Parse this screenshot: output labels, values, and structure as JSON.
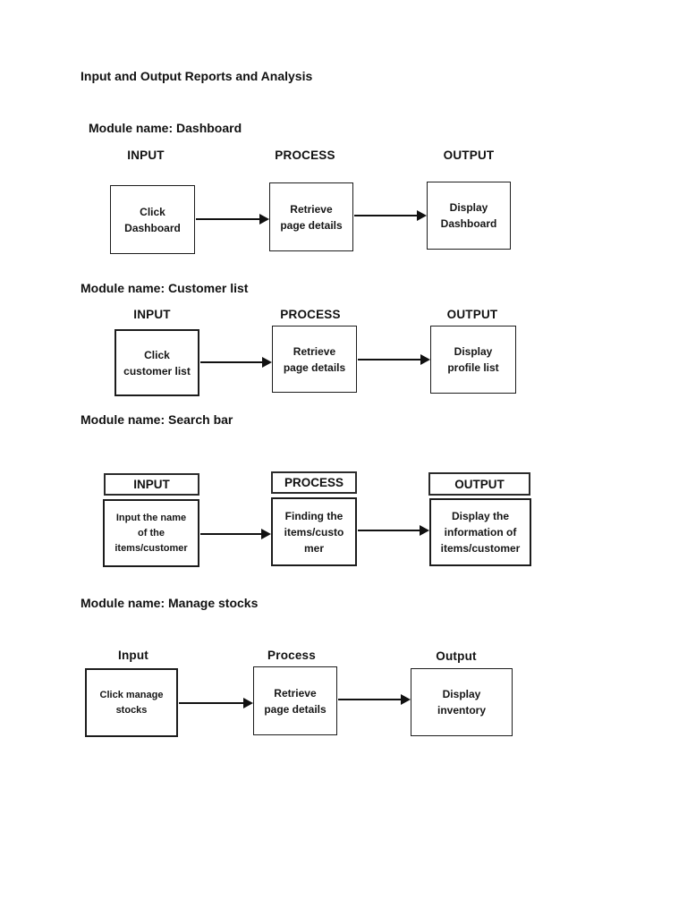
{
  "page": {
    "title": "Input and Output Reports and Analysis"
  },
  "colors": {
    "background": "#ffffff",
    "text": "#111111",
    "box_border": "#1c1c1c",
    "arrow": "#111111"
  },
  "sections": [
    {
      "module_label": "Module name: Dashboard",
      "headers": {
        "input": "INPUT",
        "process": "PROCESS",
        "output": "OUTPUT"
      },
      "boxes": {
        "input": {
          "lines": [
            "Click",
            "Dashboard"
          ]
        },
        "process": {
          "lines": [
            "Retrieve",
            "page details"
          ]
        },
        "output": {
          "lines": [
            "Display",
            "Dashboard"
          ]
        }
      }
    },
    {
      "module_label": "Module name: Customer list",
      "headers": {
        "input": "INPUT",
        "process": "PROCESS",
        "output": "OUTPUT"
      },
      "boxes": {
        "input": {
          "lines": [
            "Click",
            "customer list"
          ]
        },
        "process": {
          "lines": [
            "Retrieve",
            "page details"
          ]
        },
        "output": {
          "lines": [
            "Display",
            "profile list"
          ]
        }
      }
    },
    {
      "module_label": "Module name: Search bar",
      "headers": {
        "input": "INPUT",
        "process": "PROCESS",
        "output": "OUTPUT"
      },
      "boxes": {
        "input": {
          "lines": [
            "Input the name",
            "of the",
            "items/customer"
          ]
        },
        "process": {
          "lines": [
            "Finding the",
            "items/custo",
            "mer"
          ]
        },
        "output": {
          "lines": [
            "Display the",
            "information of",
            "items/customer"
          ]
        }
      }
    },
    {
      "module_label": "Module name: Manage stocks",
      "headers": {
        "input": "Input",
        "process": "Process",
        "output": "Output"
      },
      "boxes": {
        "input": {
          "lines": [
            "Click manage",
            "stocks"
          ]
        },
        "process": {
          "lines": [
            "Retrieve",
            "page details"
          ]
        },
        "output": {
          "lines": [
            "Display",
            "inventory"
          ]
        }
      }
    }
  ]
}
